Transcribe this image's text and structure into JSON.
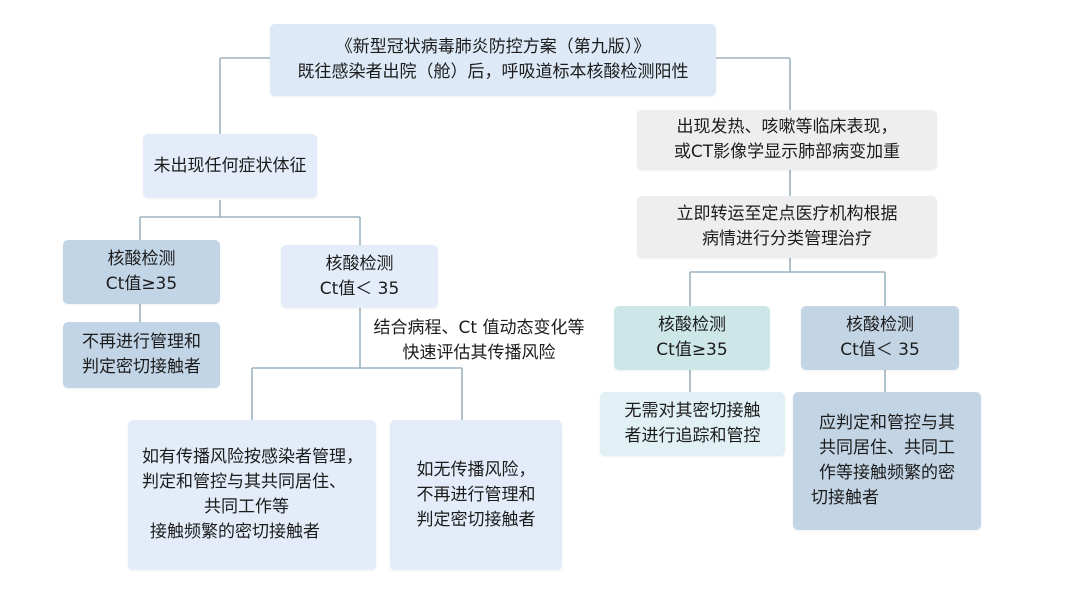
{
  "nodes": {
    "root": {
      "lines": [
        "《新型冠状病毒肺炎防控方案（第九版）》",
        "既往感染者出院（舱）后，呼吸道标本核酸检测阳性"
      ]
    },
    "no_symptom": {
      "lines": [
        "未出现任何症状体征"
      ]
    },
    "ct_high_left": {
      "lines": [
        "核酸检测",
        "Ct值≥35"
      ]
    },
    "ct_high_left_result": {
      "lines": [
        "不再进行管理和",
        "判定密切接触者"
      ]
    },
    "ct_low_left": {
      "lines": [
        "核酸检测",
        "Ct值＜ 35"
      ]
    },
    "assess_label": {
      "lines": [
        "结合病程、Ct 值动态变化等",
        "快速评估其传播风险"
      ]
    },
    "risk_yes": {
      "lines": [
        "如有传播风险按感染者管理，",
        "判定和管控与其共同居住、",
        "共同工作等",
        "接触频繁的密切接触者"
      ]
    },
    "risk_no": {
      "lines": [
        "如无传播风险，",
        "不再进行管理和",
        "判定密切接触者"
      ]
    },
    "symptom": {
      "lines": [
        "出现发热、咳嗽等临床表现，",
        "或CT影像学显示肺部病变加重"
      ]
    },
    "transfer": {
      "lines": [
        "立即转运至定点医疗机构根据",
        "病情进行分类管理治疗"
      ]
    },
    "ct_high_right": {
      "lines": [
        "核酸检测",
        "Ct值≥35"
      ]
    },
    "ct_high_right_result": {
      "lines": [
        "无需对其密切接触",
        "者进行追踪和管控"
      ]
    },
    "ct_low_right": {
      "lines": [
        "核酸检测",
        "Ct值＜ 35"
      ]
    },
    "ct_low_right_result": {
      "lines": [
        "应判定和管控与其",
        "共同居住、共同工",
        "作等接触频繁的密",
        "切接触者"
      ]
    }
  }
}
